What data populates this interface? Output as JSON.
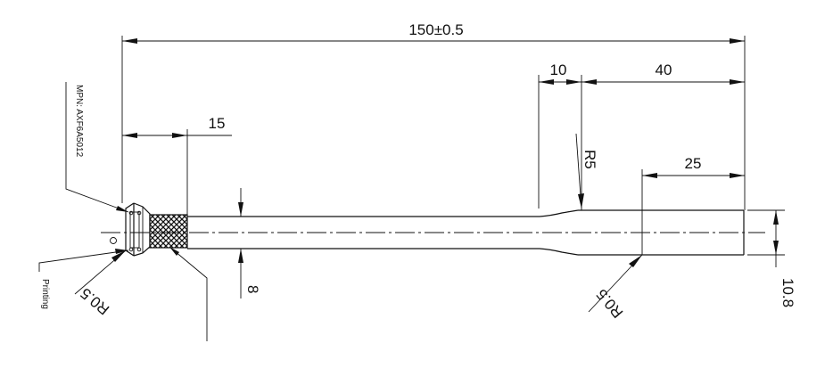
{
  "drawing": {
    "dimensions": {
      "overall_length": "150±0.5",
      "grip_length": "15",
      "taper_length": "10",
      "end_length": "40",
      "tip_length": "25",
      "fillet_radius": "R5",
      "shaft_diameter": "8",
      "tip_diameter": "10.8",
      "corner_radius_left": "R0.5",
      "corner_radius_right": "R0.5"
    },
    "notes": {
      "part_number": "MPN: AXF6A5012",
      "printing": "Printing"
    }
  }
}
